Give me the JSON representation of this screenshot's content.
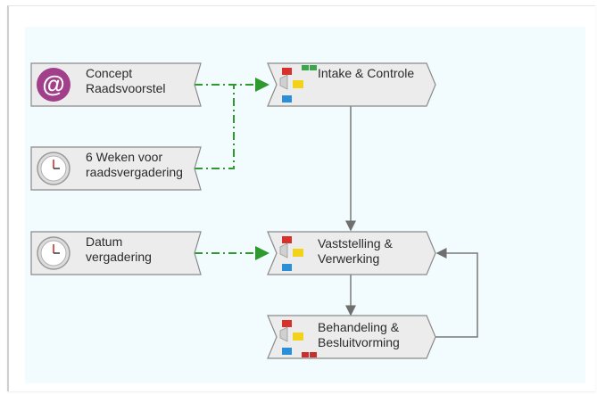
{
  "events": [
    {
      "id": "concept",
      "icon": "at-sign-icon",
      "lines": [
        "Concept",
        "Raadsvoorstel"
      ]
    },
    {
      "id": "weken",
      "icon": "clock-icon",
      "lines": [
        "6 Weken voor",
        "raadsvergadering"
      ]
    },
    {
      "id": "datum",
      "icon": "clock-icon",
      "lines": [
        "Datum",
        "vergadering"
      ]
    }
  ],
  "activities": [
    {
      "id": "intake",
      "lines": [
        "Intake & Controle"
      ],
      "badge": "green-badge-icon"
    },
    {
      "id": "vaststelling",
      "lines": [
        "Vaststelling &",
        "Verwerking"
      ],
      "badge": ""
    },
    {
      "id": "behandeling",
      "lines": [
        "Behandeling &",
        "Besluitvorming"
      ],
      "badge": "red-badge-icon"
    }
  ],
  "colors": {
    "canvas": "#f2fbfd",
    "shape_fill": "#ececec",
    "shape_stroke": "#8a8a8a",
    "trigger_line": "#2e9a2e",
    "flow_line": "#7a7a7a",
    "at_icon": "#a13f8a",
    "role_red": "#d8302b",
    "role_yellow": "#f3d21a",
    "role_blue": "#2a8fd6",
    "badge_green": "#3aa84a",
    "badge_red": "#c8302b"
  }
}
